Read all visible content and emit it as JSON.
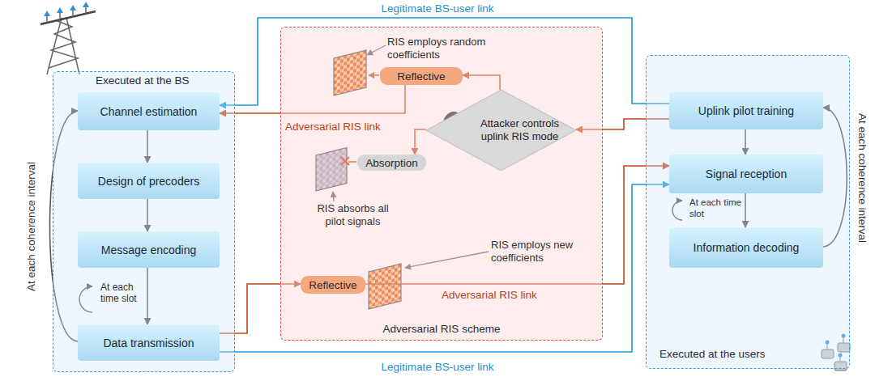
{
  "diagram": {
    "nodes": [
      {
        "text": [
          "Executed at the BS"
        ]
      },
      {
        "text": [
          "Channel estimation"
        ],
        "in": 0
      },
      {
        "text": [
          "Design of precoders"
        ],
        "in": 0
      },
      {
        "text": [
          "Message encoding"
        ],
        "in": 0
      },
      {
        "text": [
          "Data transmission"
        ],
        "in": 0
      },
      {
        "text": [
          "Adversarial RIS scheme"
        ]
      },
      {
        "text": [
          "Reflective"
        ],
        "in": 5
      },
      {
        "text": [
          "Absorption"
        ],
        "in": 5
      },
      {
        "text": [
          "Attacker controls uplink RIS mode"
        ],
        "in": 5
      },
      {
        "text": [
          "Reflective"
        ],
        "in": 5
      },
      {
        "text": [
          "Executed at the users"
        ]
      },
      {
        "text": [
          "Uplink pilot training"
        ],
        "in": 10
      },
      {
        "text": [
          "Signal reception"
        ],
        "in": 10
      },
      {
        "text": [
          "Information decoding"
        ],
        "in": 10
      }
    ],
    "edges": [
      {
        "from": 1,
        "to": 2,
        "arrow": "to"
      },
      {
        "from": 2,
        "to": 3,
        "arrow": "to"
      },
      {
        "from": 3,
        "to": 4,
        "arrow": "to"
      },
      {
        "from": 11,
        "to": 12,
        "arrow": "to"
      },
      {
        "from": 12,
        "to": 13,
        "arrow": "to"
      },
      {
        "from": 13,
        "to": 11,
        "arrow": "to",
        "label": "At each coherence interval"
      },
      {
        "from": 4,
        "to": 1,
        "arrow": "to",
        "label": "At each coherence interval"
      },
      {
        "from": 11,
        "to": 1,
        "arrow": "to",
        "label": "Legitimate BS-user link"
      },
      {
        "from": 4,
        "to": 12,
        "arrow": "to",
        "label": "Legitimate BS-user link"
      },
      {
        "from": 11,
        "to": 8,
        "arrow": "to"
      },
      {
        "from": 8,
        "to": 6,
        "arrow": "to"
      },
      {
        "from": 6,
        "to": 1,
        "arrow": "to"
      },
      {
        "from": 8,
        "to": 7,
        "arrow": "to"
      },
      {
        "from": 4,
        "to": 9,
        "arrow": "to"
      },
      {
        "from": 9,
        "to": 12,
        "arrow": "to"
      }
    ],
    "labels": [
      "RIS employs random coefficients",
      "Adversarial RIS link",
      "RIS absorbs all pilot signals",
      "RIS employs new coefficients",
      "Adversarial RIS link",
      "At each time slot",
      "At each time slot"
    ]
  }
}
